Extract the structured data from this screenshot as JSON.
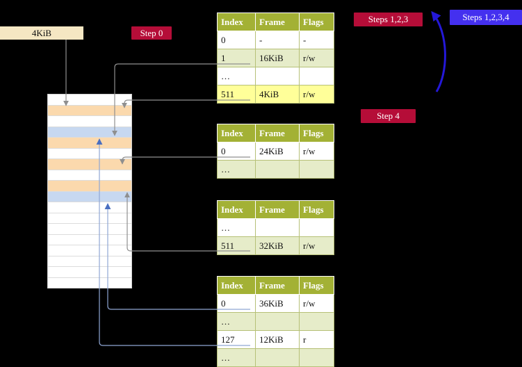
{
  "colors": {
    "background": "#000000",
    "badge_crimson": "#b50d38",
    "badge_blue": "#4430ef",
    "table_header_olive": "#a3b135",
    "table_row_pale": "#e6ecc9",
    "highlight_yellow": "#ffff99",
    "frame_peach": "#fbd9ad",
    "frame_blue": "#c7d8f0",
    "frame_white": "#ffffff",
    "frame_box_cream": "#f5e7c3",
    "gray_arrow": "#8f8f8f",
    "blue_arrow": "#8fa6d4",
    "recursive_arrow_blue": "#2418d8"
  },
  "frame_box": {
    "label": "4KiB"
  },
  "badges": {
    "step0": "Step 0",
    "steps123": "Steps 1,2,3",
    "steps1234": "Steps 1,2,3,4",
    "step4": "Step 4"
  },
  "tables": [
    {
      "name": "page-table-1",
      "columns": [
        "Index",
        "Frame",
        "Flags"
      ],
      "rows": [
        {
          "index": "0",
          "frame": "-",
          "flags": "-",
          "bg": "white"
        },
        {
          "index": "1",
          "frame": "16KiB",
          "flags": "r/w",
          "bg": "pale-green"
        },
        {
          "index": "…",
          "frame": "",
          "flags": "",
          "bg": "white"
        },
        {
          "index": "511",
          "frame": "4KiB",
          "flags": "r/w",
          "bg": "yellow-highlight"
        }
      ]
    },
    {
      "name": "page-table-2",
      "columns": [
        "Index",
        "Frame",
        "Flags"
      ],
      "rows": [
        {
          "index": "0",
          "frame": "24KiB",
          "flags": "r/w",
          "bg": "white"
        },
        {
          "index": "…",
          "frame": "",
          "flags": "",
          "bg": "pale-green"
        }
      ]
    },
    {
      "name": "page-table-3",
      "columns": [
        "Index",
        "Frame",
        "Flags"
      ],
      "rows": [
        {
          "index": "…",
          "frame": "",
          "flags": "",
          "bg": "white"
        },
        {
          "index": "511",
          "frame": "32KiB",
          "flags": "r/w",
          "bg": "pale-green"
        }
      ]
    },
    {
      "name": "page-table-4",
      "columns": [
        "Index",
        "Frame",
        "Flags"
      ],
      "rows": [
        {
          "index": "0",
          "frame": "36KiB",
          "flags": "r/w",
          "bg": "white"
        },
        {
          "index": "…",
          "frame": "",
          "flags": "",
          "bg": "pale-green"
        },
        {
          "index": "127",
          "frame": "12KiB",
          "flags": "r",
          "bg": "white"
        },
        {
          "index": "…",
          "frame": "",
          "flags": "",
          "bg": "pale-green"
        }
      ]
    }
  ],
  "memory": {
    "rows": [
      {
        "color": "white"
      },
      {
        "color": "peach"
      },
      {
        "color": "white"
      },
      {
        "color": "blue"
      },
      {
        "color": "peach"
      },
      {
        "color": "white"
      },
      {
        "color": "peach"
      },
      {
        "color": "white"
      },
      {
        "color": "peach"
      },
      {
        "color": "blue"
      },
      {
        "color": "white"
      },
      {
        "color": "white"
      },
      {
        "color": "white"
      },
      {
        "color": "white"
      },
      {
        "color": "white"
      },
      {
        "color": "white"
      },
      {
        "color": "white"
      },
      {
        "color": "white"
      }
    ]
  }
}
